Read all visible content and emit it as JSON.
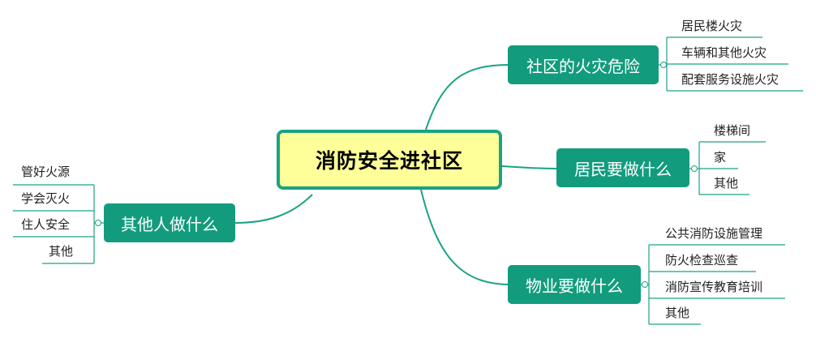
{
  "central": "消防安全进社区",
  "branches": {
    "community_fire": {
      "label": "社区的火灾危险",
      "items": [
        "居民楼火灾",
        "车辆和其他火灾",
        "配套服务设施火灾"
      ]
    },
    "residents": {
      "label": "居民要做什么",
      "items": [
        "楼梯间",
        "家",
        "其他"
      ]
    },
    "property": {
      "label": "物业要做什么",
      "items": [
        "公共消防设施管理",
        "防火检查巡查",
        "消防宣传教育培训",
        "其他"
      ]
    },
    "others": {
      "label": "其他人做什么",
      "items": [
        "管好火源",
        "学会灭火",
        "住人安全",
        "其他"
      ]
    }
  },
  "colors": {
    "central_fill": "#ffff99",
    "accent": "#129c7d",
    "line": "#1aa383"
  }
}
